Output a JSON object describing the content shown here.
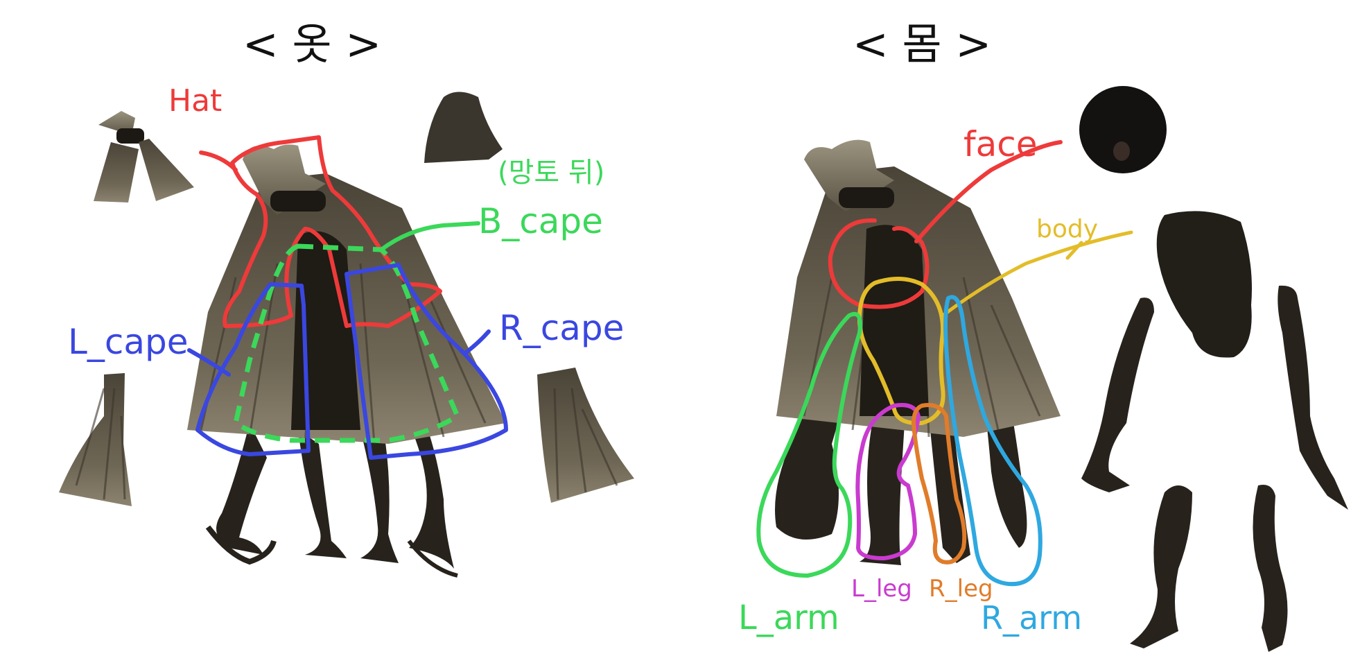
{
  "colors": {
    "red": "#ee3a3a",
    "green": "#3bd85a",
    "blue": "#3a47e0",
    "yellow": "#e3bd29",
    "magenta": "#c93bcf",
    "orange": "#e07c2a",
    "cyan": "#2fa8e0",
    "fur": "#6a6150",
    "fur_dark": "#3c372c",
    "body": "#27231c",
    "ink": "#111111"
  },
  "clothes": {
    "title": "< 옷 >",
    "labels": {
      "hat": "Hat",
      "cape_back_note": "(망토 뒤)",
      "b_cape": "B_cape",
      "l_cape": "L_cape",
      "r_cape": "R_cape"
    }
  },
  "body": {
    "title": "< 몸 >",
    "labels": {
      "face": "face",
      "body": "body",
      "l_arm": "L_arm",
      "l_leg": "L_leg",
      "r_leg": "R_leg",
      "r_arm": "R_arm"
    }
  }
}
